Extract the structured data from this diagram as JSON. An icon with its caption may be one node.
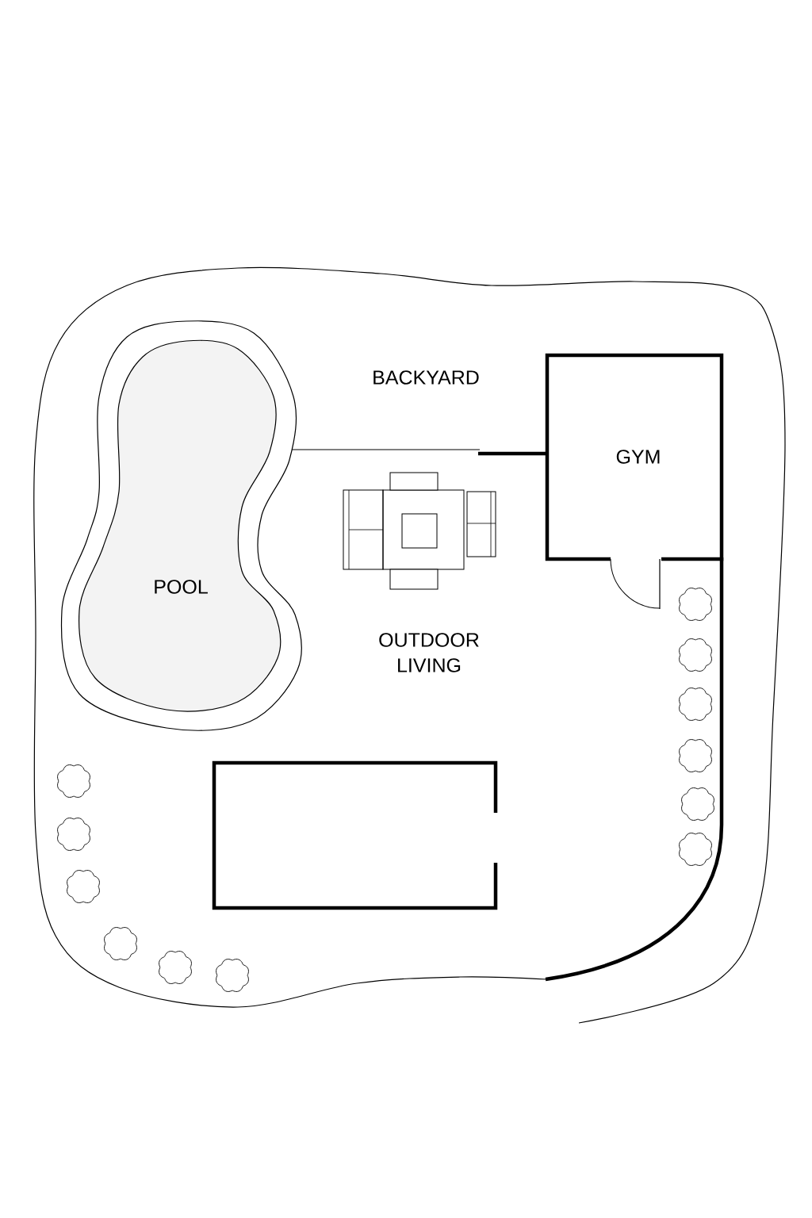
{
  "diagram": {
    "nodes": [
      {
        "text": [
          "POOL"
        ]
      },
      {
        "text": [
          "GYM"
        ]
      },
      {
        "text": [],
        "shape": "box"
      }
    ],
    "labels": [
      "BACKYARD",
      "OUTDOOR LIVING"
    ]
  }
}
